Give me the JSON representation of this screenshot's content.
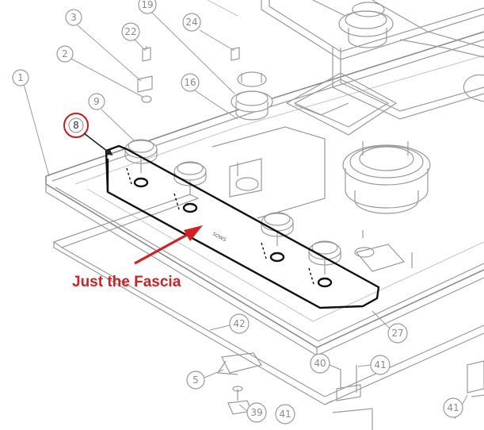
{
  "annotation": {
    "text": "Just the Fascia",
    "color": "#d62020"
  },
  "highlight": {
    "label": "8",
    "ring_color": "#d01818"
  },
  "callouts": [
    {
      "label": "1"
    },
    {
      "label": "2"
    },
    {
      "label": "3"
    },
    {
      "label": "22"
    },
    {
      "label": "19"
    },
    {
      "label": "24"
    },
    {
      "label": "16"
    },
    {
      "label": "9"
    },
    {
      "label": "42"
    },
    {
      "label": "27"
    },
    {
      "label": "40"
    },
    {
      "label": "41"
    },
    {
      "label": "5"
    },
    {
      "label": "39"
    },
    {
      "label": "41"
    },
    {
      "label": "41"
    }
  ],
  "fascia_marking": "SOWS"
}
